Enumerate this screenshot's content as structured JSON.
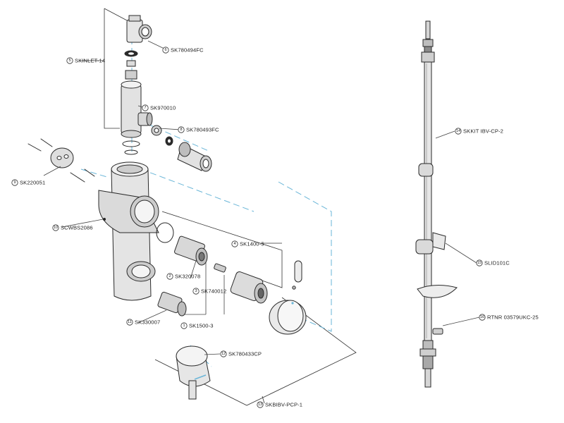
{
  "callouts": [
    {
      "id": "c6",
      "num": "6",
      "code": "SK780494FC"
    },
    {
      "id": "c5",
      "num": "5",
      "code": "SKINLET-14"
    },
    {
      "id": "c7",
      "num": "7",
      "code": "SK970010"
    },
    {
      "id": "c8",
      "num": "8",
      "code": "SK780493FC"
    },
    {
      "id": "c9",
      "num": "9",
      "code": "SK220051"
    },
    {
      "id": "c10",
      "num": "10",
      "code": "SCWBS2086"
    },
    {
      "id": "c4",
      "num": "4",
      "code": "SK1400-5"
    },
    {
      "id": "c2",
      "num": "2",
      "code": "SK320078"
    },
    {
      "id": "c3",
      "num": "3",
      "code": "SK740012"
    },
    {
      "id": "c11",
      "num": "11",
      "code": "SK330007"
    },
    {
      "id": "c1",
      "num": "1",
      "code": "SK1500-3"
    },
    {
      "id": "c12",
      "num": "12",
      "code": "SK780433CP"
    },
    {
      "id": "c13",
      "num": "13",
      "code": "SKBIBV-PCP-1"
    },
    {
      "id": "c14",
      "num": "14",
      "code": "SKKIT IBV-CP-2"
    },
    {
      "id": "c15",
      "num": "15",
      "code": "SLID101C"
    },
    {
      "id": "c16",
      "num": "16",
      "code": "RTNR 03579UKC-25"
    }
  ]
}
